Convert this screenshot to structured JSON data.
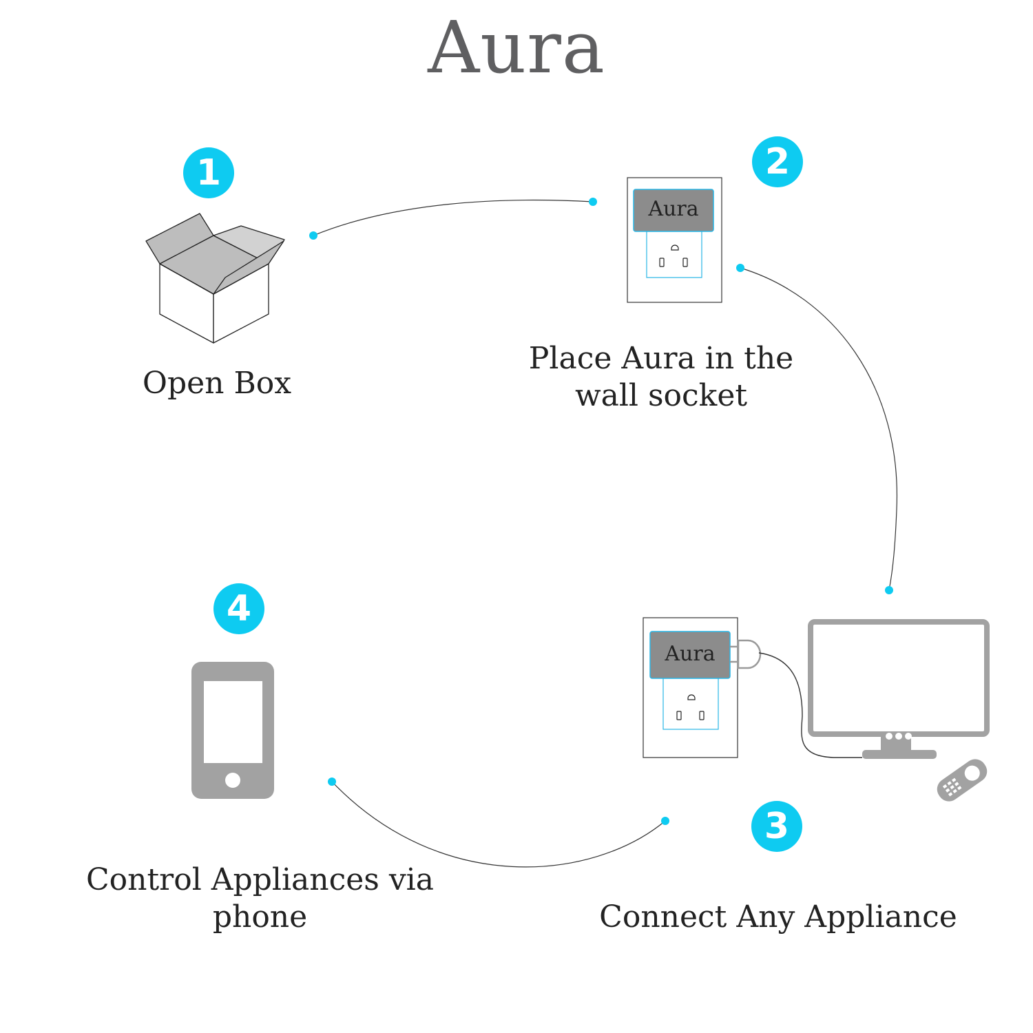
{
  "title": "Aura",
  "colors": {
    "accent": "#0ecbf1",
    "title": "#5f5f61",
    "icon_gray": "#a2a2a2",
    "plug_gray": "#8c8c8c"
  },
  "steps": [
    {
      "number": "1",
      "label": "Open Box",
      "icon": "open-box-icon"
    },
    {
      "number": "2",
      "label": "Place Aura in the wall socket",
      "icon": "wall-socket-icon",
      "device_label": "Aura"
    },
    {
      "number": "3",
      "label": "Connect Any Appliance",
      "icon": "tv-icon",
      "device_label": "Aura"
    },
    {
      "number": "4",
      "label": "Control Appliances via phone",
      "icon": "smartphone-icon"
    }
  ]
}
